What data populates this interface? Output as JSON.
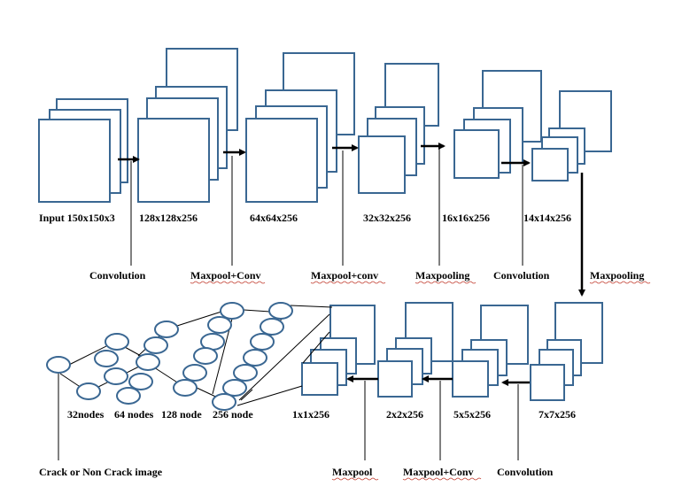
{
  "colors": {
    "box_stroke": "#3a6792",
    "line": "#000000",
    "squiggle": "#c0392b",
    "background": "#ffffff"
  },
  "top_row": {
    "shapes": [
      "Input 150x150x3",
      "128x128x256",
      "64x64x256",
      "32x32x256",
      "16x16x256",
      "14x14x256"
    ],
    "operations": [
      "Convolution",
      "Maxpool+Conv",
      "Maxpool+conv",
      "Maxpooling",
      "Convolution",
      "Maxpooling"
    ]
  },
  "bottom_row": {
    "shapes": [
      "7x7x256",
      "5x5x256",
      "2x2x256",
      "1x1x256"
    ],
    "operations": [
      "Convolution",
      "Maxpool+Conv",
      "Maxpool"
    ]
  },
  "dense": {
    "layers": [
      "32nodes",
      "64 nodes",
      "128 node",
      "256 node"
    ],
    "output": "Crack or Non Crack image"
  }
}
